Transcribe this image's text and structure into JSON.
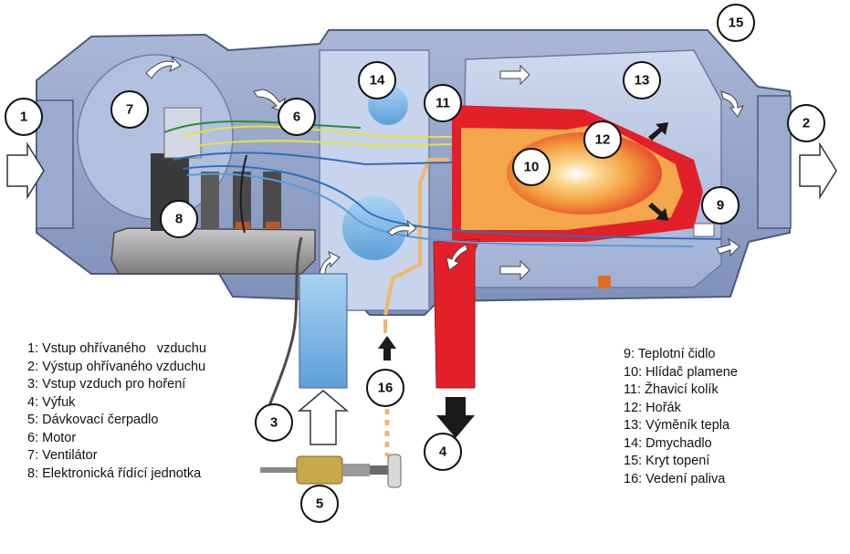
{
  "callouts": [
    "1",
    "2",
    "3",
    "4",
    "5",
    "6",
    "7",
    "8",
    "9",
    "10",
    "11",
    "12",
    "13",
    "14",
    "15",
    "16"
  ],
  "legend_left": [
    "1: Vstup ohřívaného   vzduchu",
    "2: Výstup ohřívaného vzduchu",
    "3: Vstup vzduch pro hoření",
    "4: Výfuk",
    "5: Dávkovací čerpadlo",
    "6: Motor",
    "7: Ventilátor",
    "8: Elektronická řídící jednotka"
  ],
  "legend_right": [
    "9: Teplotní čidlo",
    "10: Hlídač plamene",
    "11: Žhavicí kolík",
    "12: Hořák",
    "13: Výměník tepla",
    "14: Dmychadlo",
    "15: Kryt topení",
    "16: Vedení paliva"
  ],
  "colors": {
    "housing": "#8fa0c6",
    "housing_dark": "#5d6f9b",
    "inner": "#b8c6e2",
    "blue_air": "#7fb6e4",
    "flame_red": "#e3202a",
    "flame_orange": "#f4a64a",
    "fuel": "#f0b86a",
    "wire_yellow": "#e8e23c",
    "wire_blue": "#2f6fb8"
  }
}
